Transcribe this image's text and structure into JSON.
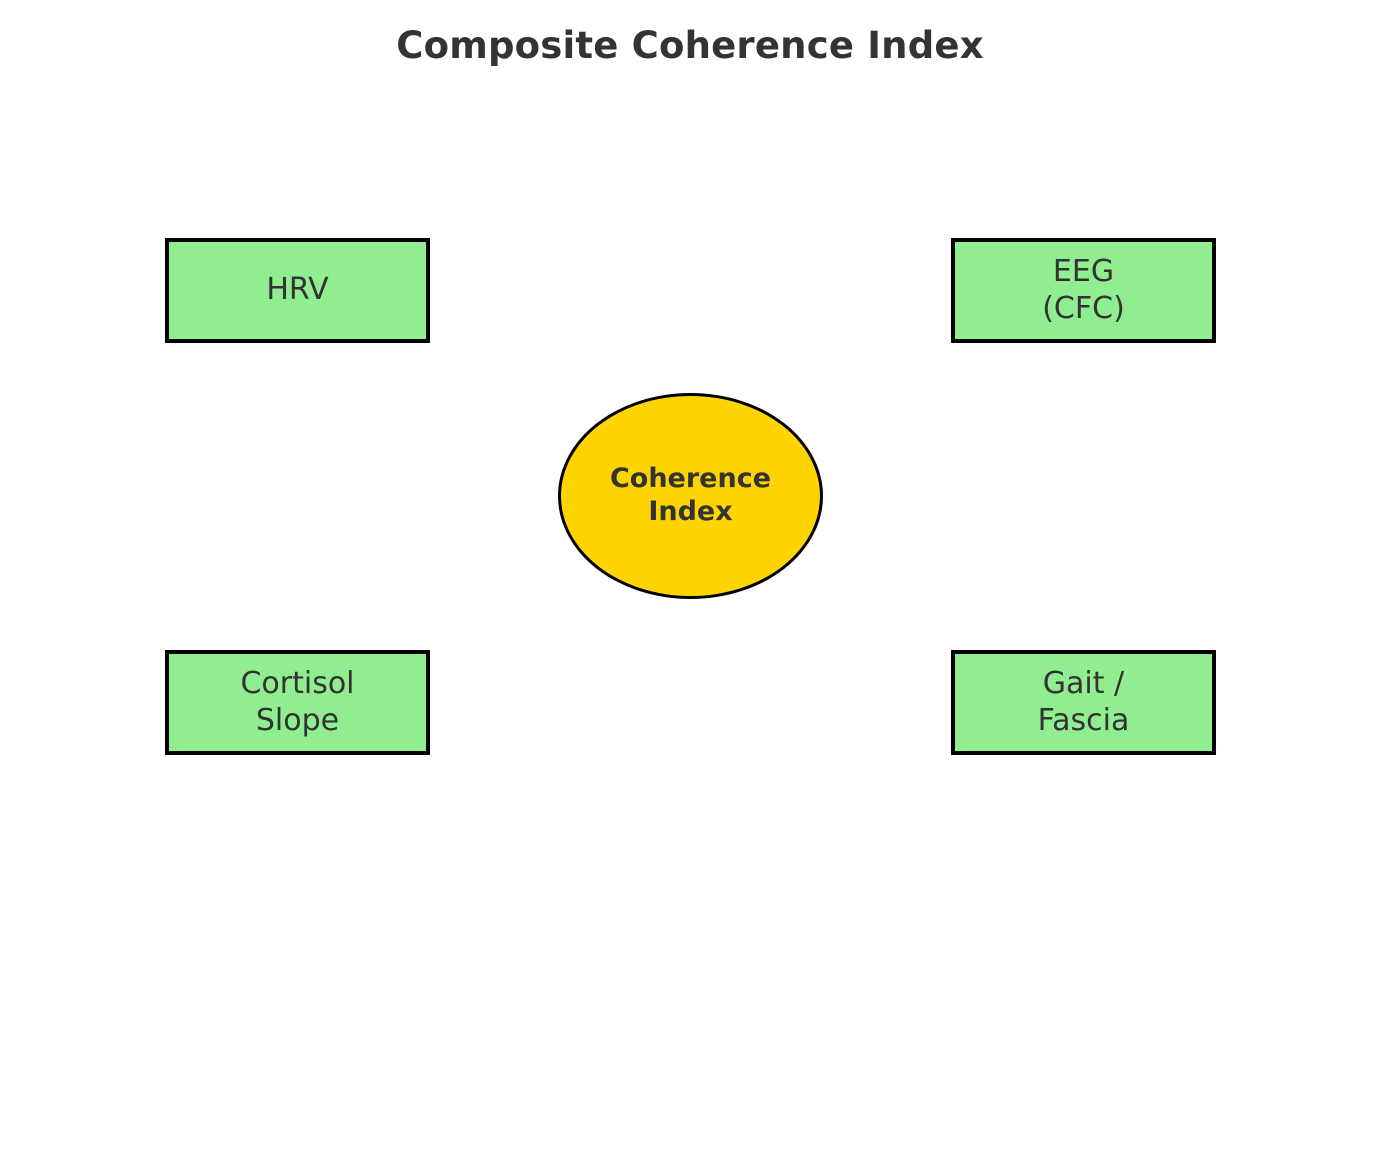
{
  "title": "Composite Coherence Index",
  "colors": {
    "background": "#ffffff",
    "node_fill": "#90ee90",
    "center_fill": "#ffd400",
    "border": "#000000",
    "text": "#333333"
  },
  "nodes": {
    "center": {
      "label": "Coherence\nIndex",
      "shape": "ellipse",
      "fill": "#ffd400"
    },
    "inputs": [
      {
        "id": "hrv",
        "label": "HRV",
        "shape": "rect",
        "fill": "#90ee90",
        "position": "top-left"
      },
      {
        "id": "eeg",
        "label": "EEG\n(CFC)",
        "shape": "rect",
        "fill": "#90ee90",
        "position": "top-right"
      },
      {
        "id": "cortisol",
        "label": "Cortisol\nSlope",
        "shape": "rect",
        "fill": "#90ee90",
        "position": "bottom-left"
      },
      {
        "id": "gait",
        "label": "Gait /\nFascia",
        "shape": "rect",
        "fill": "#90ee90",
        "position": "bottom-right"
      }
    ]
  }
}
